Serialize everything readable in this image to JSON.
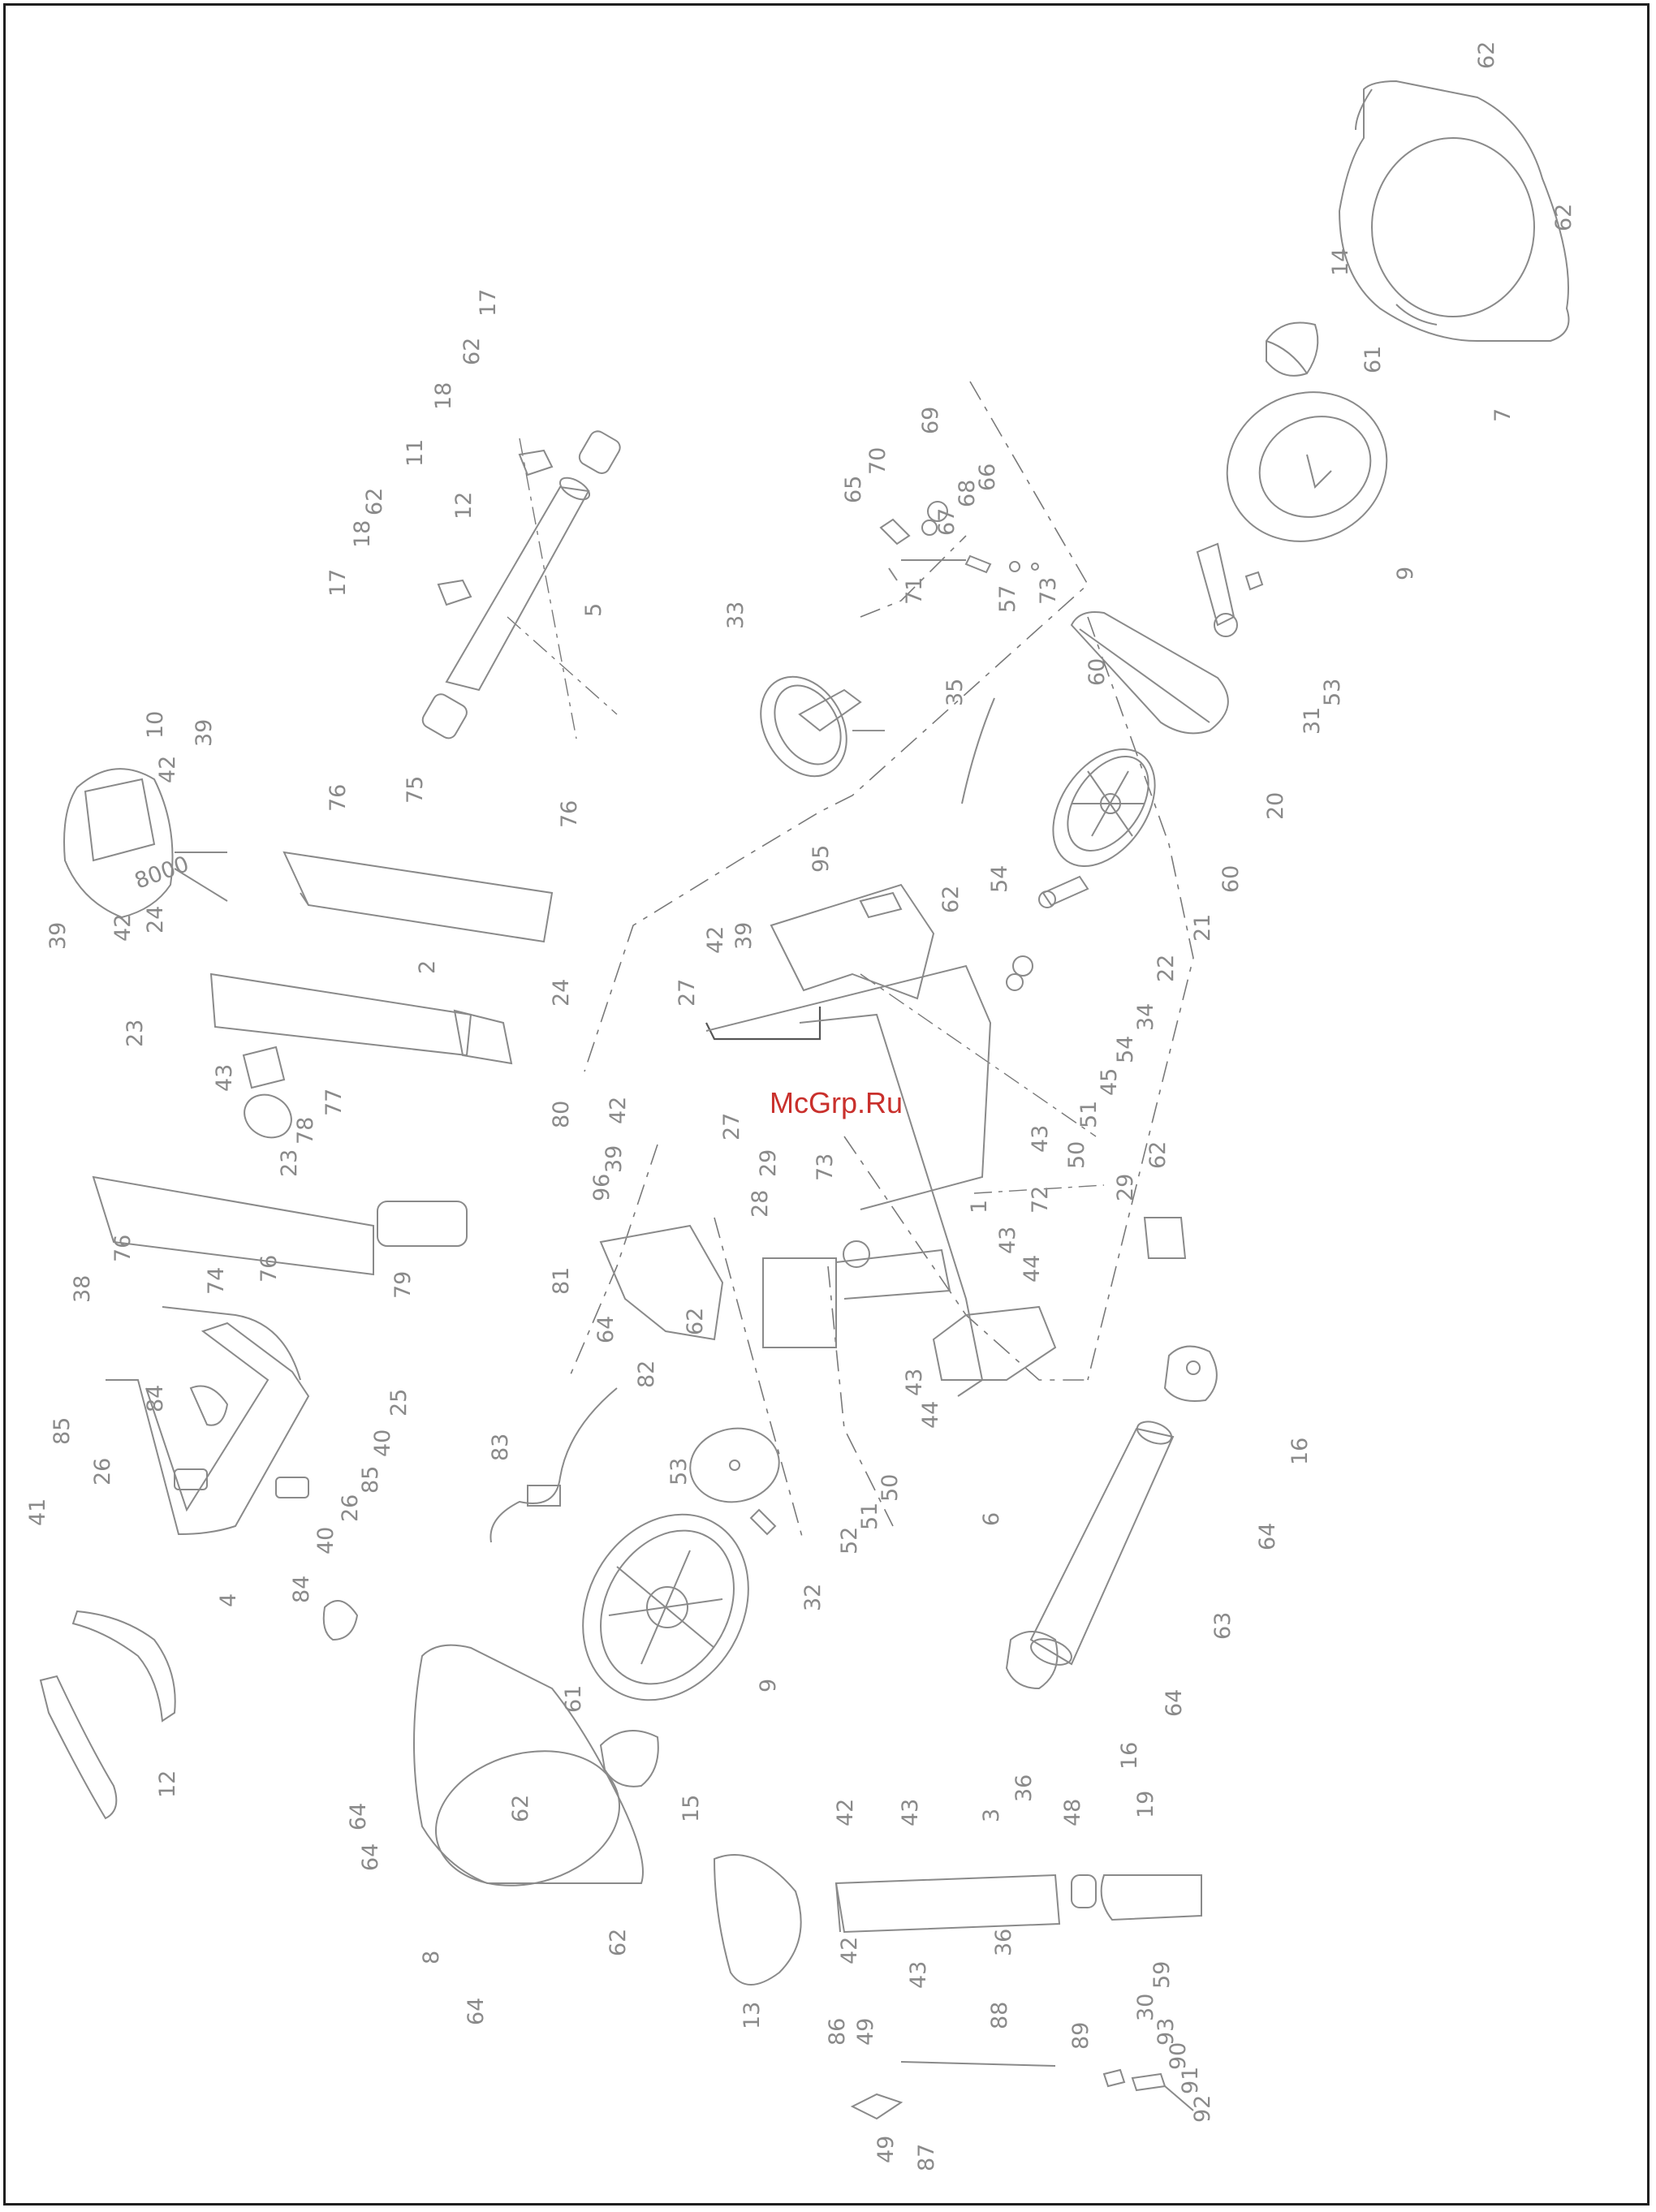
{
  "watermark": "McGrp.Ru",
  "callouts": [
    {
      "id": "c-62-a",
      "label": "62"
    },
    {
      "id": "c-62-b",
      "label": "62"
    },
    {
      "id": "c-14",
      "label": "14"
    },
    {
      "id": "c-61-a",
      "label": "61"
    },
    {
      "id": "c-7",
      "label": "7"
    },
    {
      "id": "c-9-a",
      "label": "9"
    },
    {
      "id": "c-53",
      "label": "53"
    },
    {
      "id": "c-31",
      "label": "31"
    },
    {
      "id": "c-20",
      "label": "20"
    },
    {
      "id": "c-60-a",
      "label": "60"
    },
    {
      "id": "c-60-b",
      "label": "60"
    },
    {
      "id": "c-21",
      "label": "21"
    },
    {
      "id": "c-22",
      "label": "22"
    },
    {
      "id": "c-34",
      "label": "34"
    },
    {
      "id": "c-54-a",
      "label": "54"
    },
    {
      "id": "c-54-b",
      "label": "54"
    },
    {
      "id": "c-45",
      "label": "45"
    },
    {
      "id": "c-51-a",
      "label": "51"
    },
    {
      "id": "c-50-a",
      "label": "50"
    },
    {
      "id": "c-43-a",
      "label": "43"
    },
    {
      "id": "c-72",
      "label": "72"
    },
    {
      "id": "c-62-c",
      "label": "62"
    },
    {
      "id": "c-29",
      "label": "29"
    },
    {
      "id": "c-43-b",
      "label": "43"
    },
    {
      "id": "c-44-a",
      "label": "44"
    },
    {
      "id": "c-1",
      "label": "1"
    },
    {
      "id": "c-43-c",
      "label": "43"
    },
    {
      "id": "c-44-b",
      "label": "44"
    },
    {
      "id": "c-16-a",
      "label": "16"
    },
    {
      "id": "c-64-a",
      "label": "64"
    },
    {
      "id": "c-6",
      "label": "6"
    },
    {
      "id": "c-63",
      "label": "63"
    },
    {
      "id": "c-64-b",
      "label": "64"
    },
    {
      "id": "c-16-b",
      "label": "16"
    },
    {
      "id": "c-69",
      "label": "69"
    },
    {
      "id": "c-70",
      "label": "70"
    },
    {
      "id": "c-65",
      "label": "65"
    },
    {
      "id": "c-68",
      "label": "68"
    },
    {
      "id": "c-67",
      "label": "67"
    },
    {
      "id": "c-66",
      "label": "66"
    },
    {
      "id": "c-71",
      "label": "71"
    },
    {
      "id": "c-57",
      "label": "57"
    },
    {
      "id": "c-73-a",
      "label": "73"
    },
    {
      "id": "c-33",
      "label": "33"
    },
    {
      "id": "c-35",
      "label": "35"
    },
    {
      "id": "c-95",
      "label": "95"
    },
    {
      "id": "c-62-d",
      "label": "62"
    },
    {
      "id": "c-42-a",
      "label": "42"
    },
    {
      "id": "c-39-a",
      "label": "39"
    },
    {
      "id": "c-27-a",
      "label": "27"
    },
    {
      "id": "c-27-b",
      "label": "27"
    },
    {
      "id": "c-42-b",
      "label": "42"
    },
    {
      "id": "c-39-b",
      "label": "39"
    },
    {
      "id": "c-73-b",
      "label": "73"
    },
    {
      "id": "c-29-b",
      "label": "29"
    },
    {
      "id": "c-28",
      "label": "28"
    },
    {
      "id": "c-96",
      "label": "96"
    },
    {
      "id": "c-64-c",
      "label": "64"
    },
    {
      "id": "c-62-e",
      "label": "62"
    },
    {
      "id": "c-82",
      "label": "82"
    },
    {
      "id": "c-80",
      "label": "80"
    },
    {
      "id": "c-81",
      "label": "81"
    },
    {
      "id": "c-83",
      "label": "83"
    },
    {
      "id": "c-53-b",
      "label": "53"
    },
    {
      "id": "c-52",
      "label": "52"
    },
    {
      "id": "c-51-b",
      "label": "51"
    },
    {
      "id": "c-50-b",
      "label": "50"
    },
    {
      "id": "c-32",
      "label": "32"
    },
    {
      "id": "c-9-b",
      "label": "9"
    },
    {
      "id": "c-61-b",
      "label": "61"
    },
    {
      "id": "c-15",
      "label": "15"
    },
    {
      "id": "c-64-d",
      "label": "64"
    },
    {
      "id": "c-64-e",
      "label": "64"
    },
    {
      "id": "c-62-f",
      "label": "62"
    },
    {
      "id": "c-8",
      "label": "8"
    },
    {
      "id": "c-64-f",
      "label": "64"
    },
    {
      "id": "c-62-g",
      "label": "62"
    },
    {
      "id": "c-13",
      "label": "13"
    },
    {
      "id": "c-17-a",
      "label": "17"
    },
    {
      "id": "c-62-h",
      "label": "62"
    },
    {
      "id": "c-18-a",
      "label": "18"
    },
    {
      "id": "c-11",
      "label": "11"
    },
    {
      "id": "c-12-a",
      "label": "12"
    },
    {
      "id": "c-5",
      "label": "5"
    },
    {
      "id": "c-62-i",
      "label": "62"
    },
    {
      "id": "c-18-b",
      "label": "18"
    },
    {
      "id": "c-17-b",
      "label": "17"
    },
    {
      "id": "c-10",
      "label": "10"
    },
    {
      "id": "c-39-c",
      "label": "39"
    },
    {
      "id": "c-42-c",
      "label": "42"
    },
    {
      "id": "c-76-a",
      "label": "76"
    },
    {
      "id": "c-75",
      "label": "75"
    },
    {
      "id": "c-76-b",
      "label": "76"
    },
    {
      "id": "c-42-d",
      "label": "42"
    },
    {
      "id": "c-39-d",
      "label": "39"
    },
    {
      "id": "c-24-a",
      "label": "24"
    },
    {
      "id": "c-2",
      "label": "2"
    },
    {
      "id": "c-24-b",
      "label": "24"
    },
    {
      "id": "c-23-a",
      "label": "23"
    },
    {
      "id": "c-43-d",
      "label": "43"
    },
    {
      "id": "c-77",
      "label": "77"
    },
    {
      "id": "c-78",
      "label": "78"
    },
    {
      "id": "c-23-b",
      "label": "23"
    },
    {
      "id": "c-76-c",
      "label": "76"
    },
    {
      "id": "c-74",
      "label": "74"
    },
    {
      "id": "c-76-d",
      "label": "76"
    },
    {
      "id": "c-79",
      "label": "79"
    },
    {
      "id": "c-38",
      "label": "38"
    },
    {
      "id": "c-84-a",
      "label": "84"
    },
    {
      "id": "c-85-a",
      "label": "85"
    },
    {
      "id": "c-26-a",
      "label": "26"
    },
    {
      "id": "c-25",
      "label": "25"
    },
    {
      "id": "c-40-a",
      "label": "40"
    },
    {
      "id": "c-85-b",
      "label": "85"
    },
    {
      "id": "c-26-b",
      "label": "26"
    },
    {
      "id": "c-41",
      "label": "41"
    },
    {
      "id": "c-40-b",
      "label": "40"
    },
    {
      "id": "c-4",
      "label": "4"
    },
    {
      "id": "c-84-b",
      "label": "84"
    },
    {
      "id": "c-12-b",
      "label": "12"
    },
    {
      "id": "c-42-e",
      "label": "42"
    },
    {
      "id": "c-43-e",
      "label": "43"
    },
    {
      "id": "c-3",
      "label": "3"
    },
    {
      "id": "c-36-a",
      "label": "36"
    },
    {
      "id": "c-48",
      "label": "48"
    },
    {
      "id": "c-19",
      "label": "19"
    },
    {
      "id": "c-36-b",
      "label": "36"
    },
    {
      "id": "c-42-f",
      "label": "42"
    },
    {
      "id": "c-43-f",
      "label": "43"
    },
    {
      "id": "c-59",
      "label": "59"
    },
    {
      "id": "c-30",
      "label": "30"
    },
    {
      "id": "c-93",
      "label": "93"
    },
    {
      "id": "c-90",
      "label": "90"
    },
    {
      "id": "c-91",
      "label": "91"
    },
    {
      "id": "c-92",
      "label": "92"
    },
    {
      "id": "c-88",
      "label": "88"
    },
    {
      "id": "c-89",
      "label": "89"
    },
    {
      "id": "c-86",
      "label": "86"
    },
    {
      "id": "c-49-a",
      "label": "49"
    },
    {
      "id": "c-49-b",
      "label": "49"
    },
    {
      "id": "c-87",
      "label": "87"
    }
  ],
  "display_text": "8000"
}
